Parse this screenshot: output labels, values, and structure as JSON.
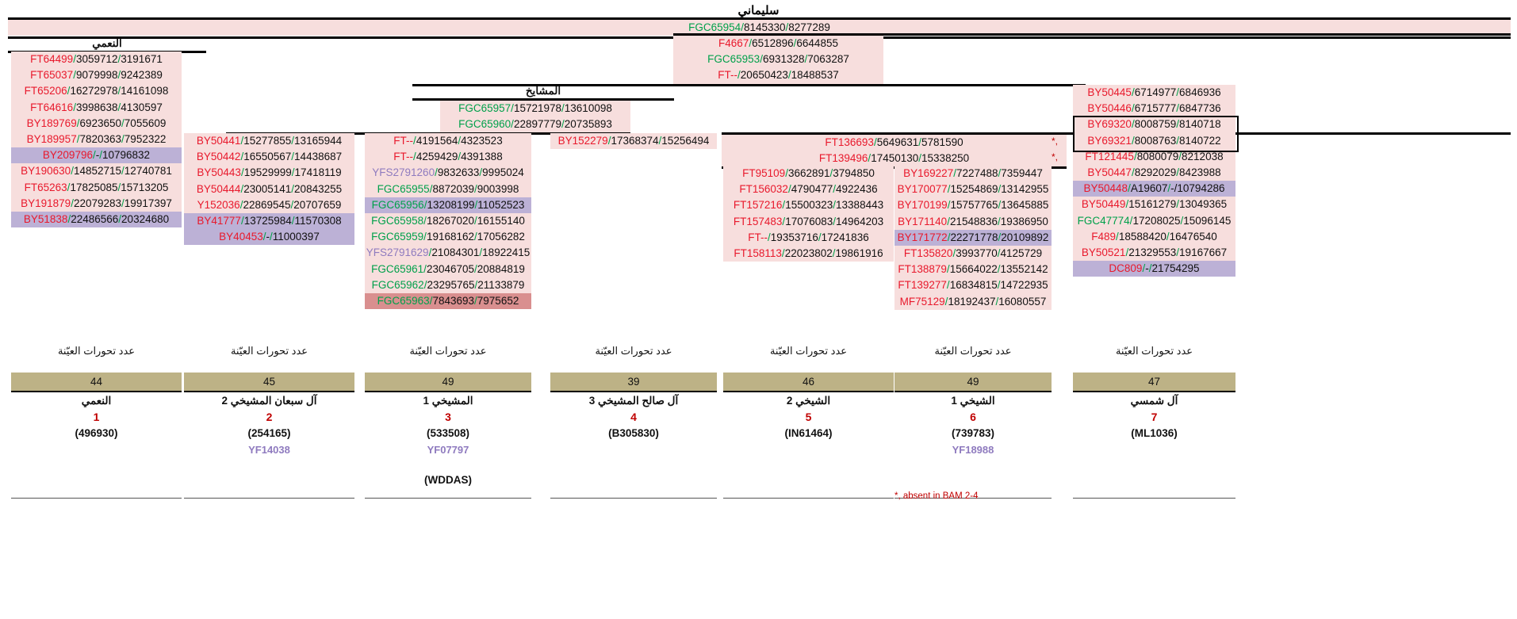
{
  "page": {
    "title": "سليماني",
    "footnote": "*, absent in BAM 2-4",
    "asterisks": [
      "*,",
      "*,"
    ],
    "wddas": "(WDDAS)"
  },
  "colors": {
    "haplo_bg": "#f7dedd",
    "lavender_bg": "#bcb1d6",
    "rose_bg": "#d98f8f",
    "snp_red": "#e8192c",
    "snp_green": "#00a04a",
    "snp_purple": "#8f7bbf",
    "count_bar": "#bdb286",
    "accent_red": "#c00000"
  },
  "banners": {
    "root": {
      "rows": [
        {
          "snp": "FGC65954",
          "snp_color": "green",
          "a": "8145330",
          "b": "8277289",
          "hl": "none"
        }
      ]
    },
    "mid_right": {
      "rows": [
        {
          "snp": "F4667",
          "snp_color": "red",
          "a": "6512896",
          "b": "6644855",
          "hl": "none"
        },
        {
          "snp": "FGC65953",
          "snp_color": "green",
          "a": "6931328",
          "b": "7063287",
          "hl": "none"
        },
        {
          "snp": "FT--",
          "snp_color": "red",
          "a": "20650423",
          "b": "18488537",
          "hl": "none"
        }
      ]
    },
    "mashayikh_head": {
      "label": "المشايخ",
      "rows": [
        {
          "snp": "FGC65957",
          "snp_color": "green",
          "a": "15721978",
          "b": "13610098",
          "hl": "none"
        },
        {
          "snp": "FGC65960",
          "snp_color": "green",
          "a": "22897779",
          "b": "20735893",
          "hl": "none"
        }
      ]
    },
    "far_right_head": {
      "rows": [
        {
          "snp": "FT136693",
          "snp_color": "red",
          "a": "5649631",
          "b": "5781590",
          "hl": "none"
        },
        {
          "snp": "FT139496",
          "snp_color": "red",
          "a": "17450130",
          "b": "15338250",
          "hl": "none"
        }
      ]
    },
    "naami_label": "النعمي"
  },
  "columns": [
    {
      "id": "naami",
      "label": "النعمي",
      "rows": [
        {
          "snp": "FT64499",
          "snp_color": "red",
          "a": "3059712",
          "b": "3191671",
          "hl": "none"
        },
        {
          "snp": "FT65037",
          "snp_color": "red",
          "a": "9079998",
          "b": "9242389",
          "hl": "none"
        },
        {
          "snp": "FT65206",
          "snp_color": "red",
          "a": "16272978",
          "b": "14161098",
          "hl": "none"
        },
        {
          "snp": "FT64616",
          "snp_color": "red",
          "a": "3998638",
          "b": "4130597",
          "hl": "none"
        },
        {
          "snp": "BY189769",
          "snp_color": "red",
          "a": "6923650",
          "b": "7055609",
          "hl": "none"
        },
        {
          "snp": "BY189957",
          "snp_color": "red",
          "a": "7820363",
          "b": "7952322",
          "hl": "none"
        },
        {
          "snp": "BY209796",
          "snp_color": "red",
          "a": "-",
          "b": "10796832",
          "hl": "lav"
        },
        {
          "snp": "BY190630",
          "snp_color": "red",
          "a": "14852715",
          "b": "12740781",
          "hl": "none"
        },
        {
          "snp": "FT65263",
          "snp_color": "red",
          "a": "17825085",
          "b": "15713205",
          "hl": "none"
        },
        {
          "snp": "BY191879",
          "snp_color": "red",
          "a": "22079283",
          "b": "19917397",
          "hl": "none"
        },
        {
          "snp": "BY51838",
          "snp_color": "red",
          "a": "22486566",
          "b": "20324680",
          "hl": "lav"
        }
      ]
    },
    {
      "id": "sabaan",
      "label": "",
      "rows": [
        {
          "snp": "BY50441",
          "snp_color": "red",
          "a": "15277855",
          "b": "13165944",
          "hl": "none"
        },
        {
          "snp": "BY50442",
          "snp_color": "red",
          "a": "16550567",
          "b": "14438687",
          "hl": "none"
        },
        {
          "snp": "BY50443",
          "snp_color": "red",
          "a": "19529999",
          "b": "17418119",
          "hl": "none"
        },
        {
          "snp": "BY50444",
          "snp_color": "red",
          "a": "23005141",
          "b": "20843255",
          "hl": "none"
        },
        {
          "snp": "Y152036",
          "snp_color": "red",
          "a": "22869545",
          "b": "20707659",
          "hl": "none"
        },
        {
          "snp": "BY41777",
          "snp_color": "red",
          "a": "13725984",
          "b": "11570308",
          "hl": "lav"
        },
        {
          "snp": "BY40453",
          "snp_color": "red",
          "a": "-",
          "b": "11000397",
          "hl": "lav"
        }
      ]
    },
    {
      "id": "mashayikhi1",
      "label": "",
      "rows": [
        {
          "snp": "FT--",
          "snp_color": "red",
          "a": "4191564",
          "b": "4323523",
          "hl": "none"
        },
        {
          "snp": "FT--",
          "snp_color": "red",
          "a": "4259429",
          "b": "4391388",
          "hl": "none"
        },
        {
          "snp": "YFS2791260",
          "snp_color": "purple",
          "a": "9832633",
          "b": "9995024",
          "hl": "none"
        },
        {
          "snp": "FGC65955",
          "snp_color": "green",
          "a": "8872039",
          "b": "9003998",
          "hl": "none"
        },
        {
          "snp": "FGC65956",
          "snp_color": "green",
          "a": "13208199",
          "b": "11052523",
          "hl": "lav"
        },
        {
          "snp": "FGC65958",
          "snp_color": "green",
          "a": "18267020",
          "b": "16155140",
          "hl": "none"
        },
        {
          "snp": "FGC65959",
          "snp_color": "green",
          "a": "19168162",
          "b": "17056282",
          "hl": "none"
        },
        {
          "snp": "YFS2791629",
          "snp_color": "purple",
          "a": "21084301",
          "b": "18922415",
          "hl": "none"
        },
        {
          "snp": "FGC65961",
          "snp_color": "green",
          "a": "23046705",
          "b": "20884819",
          "hl": "none"
        },
        {
          "snp": "FGC65962",
          "snp_color": "green",
          "a": "23295765",
          "b": "21133879",
          "hl": "none"
        },
        {
          "snp": "FGC65963",
          "snp_color": "green",
          "a": "7843693",
          "b": "7975652",
          "hl": "rose"
        }
      ]
    },
    {
      "id": "salih",
      "label": "",
      "rows": [
        {
          "snp": "BY152279",
          "snp_color": "red",
          "a": "17368374",
          "b": "15256494",
          "hl": "none"
        }
      ]
    },
    {
      "id": "shaykhi2",
      "label": "",
      "rows": [
        {
          "snp": "FT95109",
          "snp_color": "red",
          "a": "3662891",
          "b": "3794850",
          "hl": "none"
        },
        {
          "snp": "FT156032",
          "snp_color": "red",
          "a": "4790477",
          "b": "4922436",
          "hl": "none"
        },
        {
          "snp": "FT157216",
          "snp_color": "red",
          "a": "15500323",
          "b": "13388443",
          "hl": "none"
        },
        {
          "snp": "FT157483",
          "snp_color": "red",
          "a": "17076083",
          "b": "14964203",
          "hl": "none"
        },
        {
          "snp": "FT--",
          "snp_color": "red",
          "a": "19353716",
          "b": "17241836",
          "hl": "none"
        },
        {
          "snp": "FT158113",
          "snp_color": "red",
          "a": "22023802",
          "b": "19861916",
          "hl": "none"
        }
      ]
    },
    {
      "id": "shaykhi1",
      "label": "",
      "rows": [
        {
          "snp": "BY169227",
          "snp_color": "red",
          "a": "7227488",
          "b": "7359447",
          "hl": "none"
        },
        {
          "snp": "BY170077",
          "snp_color": "red",
          "a": "15254869",
          "b": "13142955",
          "hl": "none"
        },
        {
          "snp": "BY170199",
          "snp_color": "red",
          "a": "15757765",
          "b": "13645885",
          "hl": "none"
        },
        {
          "snp": "BY171140",
          "snp_color": "red",
          "a": "21548836",
          "b": "19386950",
          "hl": "none"
        },
        {
          "snp": "BY171772",
          "snp_color": "red",
          "a": "22271778",
          "b": "20109892",
          "hl": "lav"
        },
        {
          "snp": "FT135820",
          "snp_color": "red",
          "a": "3993770",
          "b": "4125729",
          "hl": "none"
        },
        {
          "snp": "FT138879",
          "snp_color": "red",
          "a": "15664022",
          "b": "13552142",
          "hl": "none"
        },
        {
          "snp": "FT139277",
          "snp_color": "red",
          "a": "16834815",
          "b": "14722935",
          "hl": "none"
        },
        {
          "snp": "MF75129",
          "snp_color": "red",
          "a": "18192437",
          "b": "16080557",
          "hl": "none"
        }
      ]
    },
    {
      "id": "shamsi",
      "label": "",
      "rows": [
        {
          "snp": "BY50445",
          "snp_color": "red",
          "a": "6714977",
          "b": "6846936",
          "hl": "none"
        },
        {
          "snp": "BY50446",
          "snp_color": "red",
          "a": "6715777",
          "b": "6847736",
          "hl": "none"
        },
        {
          "snp": "BY69320",
          "snp_color": "red",
          "a": "8008759",
          "b": "8140718",
          "hl": "box"
        },
        {
          "snp": "BY69321",
          "snp_color": "red",
          "a": "8008763",
          "b": "8140722",
          "hl": "box"
        },
        {
          "snp": "FT121445",
          "snp_color": "red",
          "a": "8080079",
          "b": "8212038",
          "hl": "none"
        },
        {
          "snp": "BY50447",
          "snp_color": "red",
          "a": "8292029",
          "b": "8423988",
          "hl": "none"
        },
        {
          "snp": "BY50448",
          "snp_color": "red",
          "a": "A19607",
          "b": "-/10794286",
          "hl": "lav"
        },
        {
          "snp": "BY50449",
          "snp_color": "red",
          "a": "15161279",
          "b": "13049365",
          "hl": "none"
        },
        {
          "snp": "FGC47774",
          "snp_color": "green",
          "a": "17208025",
          "b": "15096145",
          "hl": "none"
        },
        {
          "snp": "F489",
          "snp_color": "red",
          "a": "18588420",
          "b": "16476540",
          "hl": "none"
        },
        {
          "snp": "BY50521",
          "snp_color": "red",
          "a": "21329553",
          "b": "19167667",
          "hl": "none"
        },
        {
          "snp": "DC809",
          "snp_color": "red",
          "a": "-",
          "b": "21754295",
          "hl": "lav"
        }
      ]
    }
  ],
  "summary": {
    "caption": "عدد تحورات العيّنة",
    "items": [
      {
        "count": "44",
        "name": "النعمي",
        "index": "1",
        "kit": "(496930)",
        "yf": ""
      },
      {
        "count": "45",
        "name": "آل سبعان المشيخي 2",
        "index": "2",
        "kit": "(254165)",
        "yf": "YF14038"
      },
      {
        "count": "49",
        "name": "المشيخي 1",
        "index": "3",
        "kit": "(533508)",
        "yf": "YF07797"
      },
      {
        "count": "39",
        "name": "آل صالح المشيخي 3",
        "index": "4",
        "kit": "(B305830)",
        "yf": ""
      },
      {
        "count": "46",
        "name": "الشيخي 2",
        "index": "5",
        "kit": "(IN61464)",
        "yf": ""
      },
      {
        "count": "49",
        "name": "الشيخي 1",
        "index": "6",
        "kit": "(739783)",
        "yf": "YF18988"
      },
      {
        "count": "47",
        "name": "آل شمسي",
        "index": "7",
        "kit": "(ML1036)",
        "yf": ""
      }
    ]
  }
}
